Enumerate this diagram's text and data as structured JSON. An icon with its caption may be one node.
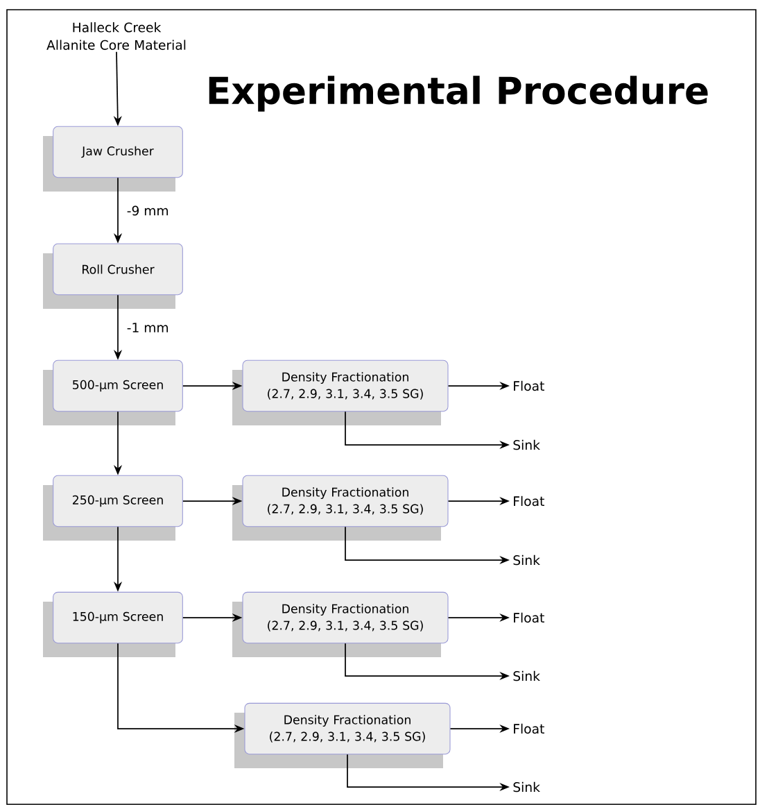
{
  "diagram": {
    "title": "Experimental Procedure",
    "nodes": [
      {
        "text": [
          "Halleck Creek Allanite Core Material"
        ]
      },
      {
        "text": [
          "Jaw Crusher"
        ]
      },
      {
        "text": [
          "Roll Crusher"
        ]
      },
      {
        "text": [
          "500-µm Screen"
        ]
      },
      {
        "text": [
          "Density Fractionation (2.7, 2.9, 3.1, 3.4, 3.5 SG)"
        ]
      },
      {
        "text": [
          "Float"
        ]
      },
      {
        "text": [
          "Sink"
        ]
      },
      {
        "text": [
          "250-µm Screen"
        ]
      },
      {
        "text": [
          "Density Fractionation (2.7, 2.9, 3.1, 3.4, 3.5 SG)"
        ]
      },
      {
        "text": [
          "Float"
        ]
      },
      {
        "text": [
          "Sink"
        ]
      },
      {
        "text": [
          "150-µm Screen"
        ]
      },
      {
        "text": [
          "Density Fractionation (2.7, 2.9, 3.1, 3.4, 3.5 SG)"
        ]
      },
      {
        "text": [
          "Float"
        ]
      },
      {
        "text": [
          "Sink"
        ]
      },
      {
        "text": [
          "Density Fractionation (2.7, 2.9, 3.1, 3.4, 3.5 SG)"
        ]
      },
      {
        "text": [
          "Float"
        ]
      },
      {
        "text": [
          "Sink"
        ]
      }
    ],
    "edges": [
      {
        "from": 0,
        "to": 1,
        "arrow": "to"
      },
      {
        "from": 1,
        "to": 2,
        "arrow": "to",
        "label": "-9 mm"
      },
      {
        "from": 2,
        "to": 3,
        "arrow": "to",
        "label": "-1 mm"
      },
      {
        "from": 3,
        "to": 4,
        "arrow": "to"
      },
      {
        "from": 4,
        "to": 5,
        "arrow": "to"
      },
      {
        "from": 4,
        "to": 6,
        "arrow": "to"
      },
      {
        "from": 3,
        "to": 7,
        "arrow": "to"
      },
      {
        "from": 7,
        "to": 8,
        "arrow": "to"
      },
      {
        "from": 8,
        "to": 9,
        "arrow": "to"
      },
      {
        "from": 8,
        "to": 10,
        "arrow": "to"
      },
      {
        "from": 7,
        "to": 11,
        "arrow": "to"
      },
      {
        "from": 11,
        "to": 12,
        "arrow": "to"
      },
      {
        "from": 12,
        "to": 13,
        "arrow": "to"
      },
      {
        "from": 12,
        "to": 14,
        "arrow": "to"
      },
      {
        "from": 11,
        "to": 15,
        "arrow": "to"
      },
      {
        "from": 15,
        "to": 16,
        "arrow": "to"
      },
      {
        "from": 15,
        "to": 17,
        "arrow": "to"
      }
    ]
  }
}
